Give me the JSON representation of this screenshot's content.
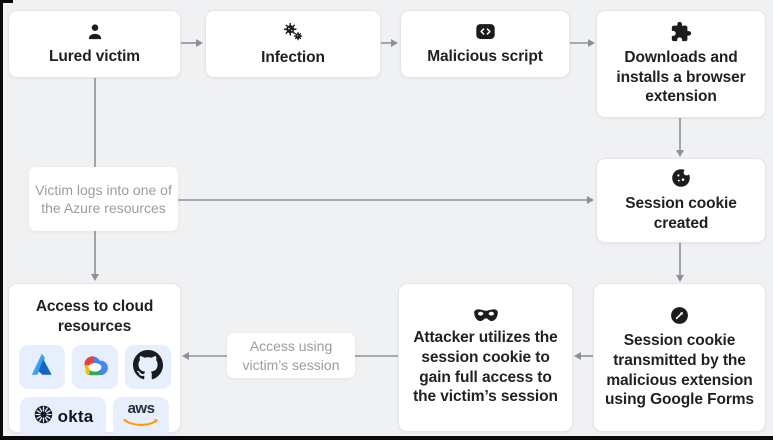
{
  "colors": {
    "background": "#f0f1f3",
    "node_background": "#ffffff",
    "node_border": "#e4e5e9",
    "node_text": "#1f2024",
    "edge_label_text": "#999da3",
    "arrow": "#8d9197",
    "icon": "#1c1c1e",
    "logo_tile_background": "#e7effc",
    "aws_orange": "#ff9900",
    "azure_blue_light": "#3aa0f0",
    "azure_blue_dark": "#1565c8",
    "google_blue": "#4285f4",
    "google_red": "#ea4335",
    "google_yellow": "#fbbc05",
    "google_green": "#34a853"
  },
  "nodes": [
    {
      "label": "Lured victim",
      "icon": "person-icon"
    },
    {
      "label": "Infection",
      "icon": "virus-icon"
    },
    {
      "label": "Malicious script",
      "icon": "code-badge-icon"
    },
    {
      "label": "Downloads and installs a browser extension",
      "icon": "puzzle-icon"
    },
    {
      "label": "Session cookie created",
      "icon": "cookie-icon"
    },
    {
      "label": "Session cookie transmitted by the malicious extension using Google Forms",
      "icon": "share-arrow-icon"
    },
    {
      "label": "Attacker utilizes the session cookie to gain full access to the victim’s session",
      "icon": "mask-icon"
    },
    {
      "label": "Access to cloud resources",
      "icon": null
    }
  ],
  "edge_labels": [
    {
      "text": "Victim logs into one of the Azure resources"
    },
    {
      "text": "Access using victim’s session"
    }
  ],
  "logo_text": {
    "okta": "okta",
    "aws": "aws"
  },
  "cloud_logos": [
    "azure-logo",
    "google-cloud-logo",
    "github-logo",
    "okta-logo",
    "aws-logo"
  ]
}
